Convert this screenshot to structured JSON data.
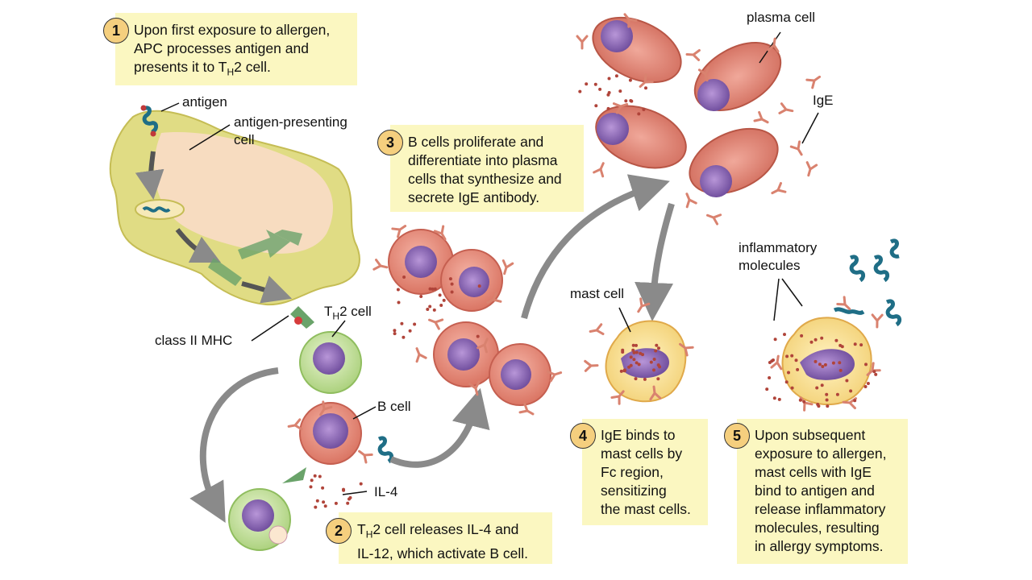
{
  "steps": [
    {
      "number": "1",
      "lines": [
        "Upon first exposure to allergen,",
        "APC processes antigen and",
        "presents it to T H2 cell."
      ]
    },
    {
      "number": "2",
      "lines": [
        "T H2 cell releases IL-4 and",
        "IL-12, which activate B cell."
      ]
    },
    {
      "number": "3",
      "lines": [
        "B cells proliferate and",
        "differentiate into plasma",
        "cells that synthesize and",
        "secrete IgE antibody."
      ]
    },
    {
      "number": "4",
      "lines": [
        "IgE binds to",
        "mast cells by",
        "Fc region,",
        "sensitizing",
        "the mast cells."
      ]
    },
    {
      "number": "5",
      "lines": [
        "Upon subsequent",
        "exposure to allergen,",
        "mast cells with IgE",
        "bind to antigen and",
        "release inflammatory",
        "molecules, resulting",
        "in allergy symptoms."
      ]
    }
  ],
  "step1_line3": {
    "pre": "presents it to T",
    "sub": "H",
    "post": "2 cell."
  },
  "step2_line1": {
    "pre": "T",
    "sub": "H",
    "post": "2 cell releases IL-4 and"
  },
  "labels": {
    "antigen": "antigen",
    "apc": "antigen-presenting",
    "apc2": "cell",
    "th2_pre": "T",
    "th2_sub": "H",
    "th2_post": "2 cell",
    "mhc": "class II MHC",
    "bcell": "B cell",
    "il4": "IL-4",
    "plasma": "plasma cell",
    "ige": "IgE",
    "mast": "mast cell",
    "inflam1": "inflammatory",
    "inflam2": "molecules"
  },
  "colors": {
    "box": "#fbf7c1",
    "badge": "#f5cf7e",
    "arrow": "#8a8a8a",
    "apc_fill": "#e2df86",
    "th2_fill": "#c9e3a6",
    "bcell_fill": "#e68a7d",
    "plasma_fill": "#d97a6b",
    "mast_fill": "#fbe7a0",
    "nucleus": "#8a66b6",
    "antigen": "#1f6e86",
    "ige": "#d9826f"
  }
}
